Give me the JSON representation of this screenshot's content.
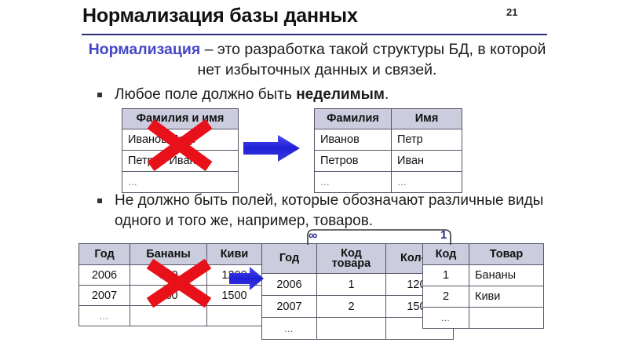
{
  "slide": {
    "title": "Нормализация базы данных",
    "page_number": "21",
    "rule_color": "#2d2d7a",
    "accent_color": "#4646c8",
    "header_fill": "#ccccdf",
    "arrow_color": "#2b2be0",
    "cross_color": "#e8111a"
  },
  "lead": {
    "term": "Нормализация",
    "text": " – это разработка такой структуры БД, в которой нет избыточных данных и связей."
  },
  "bullets": [
    {
      "prefix": "Любое поле должно быть ",
      "bold": "неделимым",
      "suffix": "."
    },
    {
      "prefix": "Не должно быть полей, которые обозначают различные виды одного и того же, например, товаров.",
      "bold": "",
      "suffix": ""
    }
  ],
  "tables": {
    "combined_name": {
      "headers": [
        "Фамилия и имя"
      ],
      "rows": [
        [
          "Иванов Петр"
        ],
        [
          "Петров Иван"
        ],
        [
          "…"
        ]
      ]
    },
    "split_name": {
      "headers": [
        "Фамилия",
        "Имя"
      ],
      "rows": [
        [
          "Иванов",
          "Петр"
        ],
        [
          "Петров",
          "Иван"
        ],
        [
          "…",
          "…"
        ]
      ]
    },
    "wide_products": {
      "headers": [
        "Год",
        "Бананы",
        "Киви"
      ],
      "rows": [
        [
          "2006",
          "320",
          "1200"
        ],
        [
          "2007",
          "560",
          "1500"
        ],
        [
          "…",
          "",
          ""
        ]
      ]
    },
    "sales": {
      "headers": [
        "Год",
        "Код товара",
        "Кол-во"
      ],
      "header_lines": [
        [
          "Год"
        ],
        [
          "Код",
          "товара"
        ],
        [
          "Кол-во"
        ]
      ],
      "rows": [
        [
          "2006",
          "1",
          "1200"
        ],
        [
          "2007",
          "2",
          "1500"
        ],
        [
          "…",
          "",
          ""
        ]
      ]
    },
    "goods": {
      "headers": [
        "Код",
        "Товар"
      ],
      "rows": [
        [
          "1",
          "Бананы"
        ],
        [
          "2",
          "Киви"
        ],
        [
          "…",
          ""
        ]
      ]
    }
  },
  "relation": {
    "many_label": "∞",
    "one_label": "1"
  }
}
